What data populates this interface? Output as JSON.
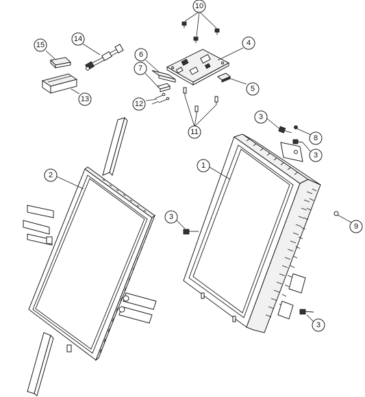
{
  "callouts": [
    {
      "id": "c10",
      "label": "10"
    },
    {
      "id": "c15",
      "label": "15"
    },
    {
      "id": "c14",
      "label": "14"
    },
    {
      "id": "c6",
      "label": "6"
    },
    {
      "id": "c4",
      "label": "4"
    },
    {
      "id": "c7",
      "label": "7"
    },
    {
      "id": "c5",
      "label": "5"
    },
    {
      "id": "c13",
      "label": "13"
    },
    {
      "id": "c12",
      "label": "12"
    },
    {
      "id": "c3a",
      "label": "3"
    },
    {
      "id": "c11",
      "label": "11"
    },
    {
      "id": "c8",
      "label": "8"
    },
    {
      "id": "c3b",
      "label": "3"
    },
    {
      "id": "c2",
      "label": "2"
    },
    {
      "id": "c1",
      "label": "1"
    },
    {
      "id": "c3c",
      "label": "3"
    },
    {
      "id": "c9",
      "label": "9"
    },
    {
      "id": "c3d",
      "label": "3"
    }
  ]
}
